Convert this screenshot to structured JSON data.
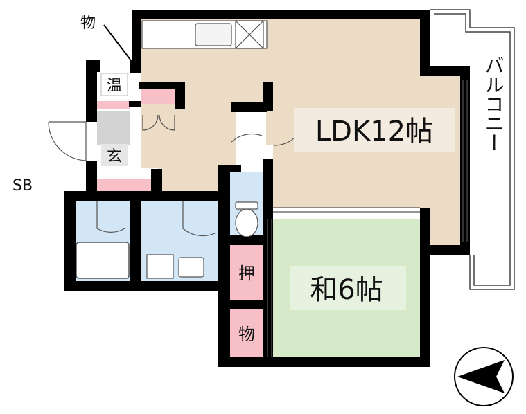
{
  "labels": {
    "ldk": "LDK12帖",
    "washitsu": "和6帖",
    "balcony": "バルコニー",
    "sb": "SB",
    "storage_top": "物",
    "water_heater": "温",
    "entrance": "玄",
    "oshiire": "押",
    "storage_bottom": "物"
  },
  "colors": {
    "wall": "#000000",
    "ldk_floor": "#ecdcc6",
    "washitsu_floor": "#d6e9c9",
    "wet_area": "#d3e6f6",
    "storage": "#f6c0c6",
    "entrance_floor": "#d3d3d3",
    "label_bg": "#f3ebdf"
  },
  "compass": {
    "direction": "west"
  }
}
